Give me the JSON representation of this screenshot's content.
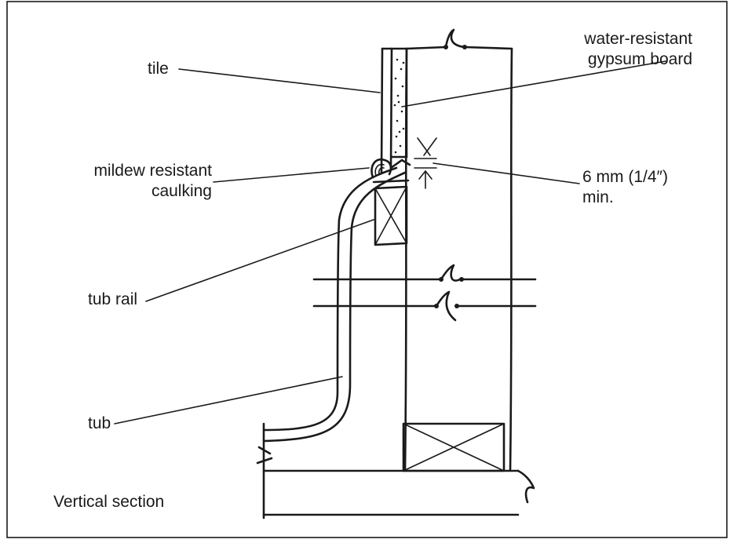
{
  "labels": {
    "tile": "tile",
    "gypsum_line1": "water-resistant",
    "gypsum_line2": "gypsum board",
    "caulking_line1": "mildew resistant",
    "caulking_line2": "caulking",
    "gap_line1": "6 mm (1/4″)",
    "gap_line2": "min.",
    "tub_rail": "tub rail",
    "tub": "tub",
    "caption": "Vertical section"
  },
  "colors": {
    "ink": "#1a1a1a",
    "background": "#ffffff"
  }
}
